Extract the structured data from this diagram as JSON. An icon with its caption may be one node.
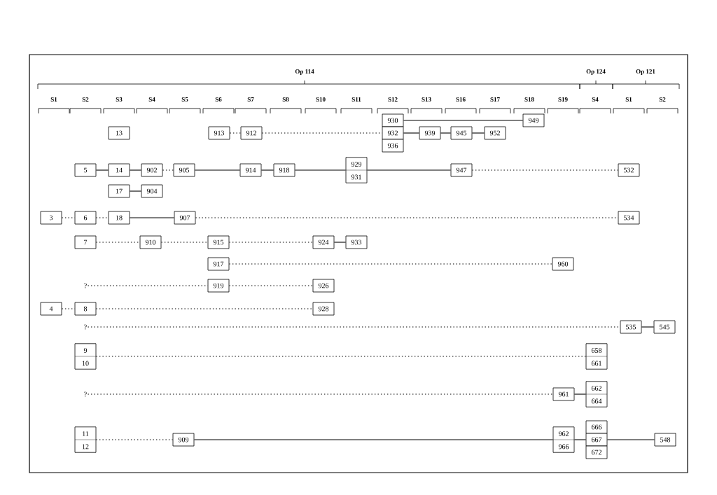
{
  "diagram": {
    "nodes": [
      {
        "text": [
          "930"
        ]
      },
      {
        "text": [
          "949"
        ]
      },
      {
        "text": [
          "13"
        ]
      },
      {
        "text": [
          "913"
        ]
      },
      {
        "text": [
          "912"
        ]
      },
      {
        "text": [
          "932"
        ]
      },
      {
        "text": [
          "939"
        ]
      },
      {
        "text": [
          "945"
        ]
      },
      {
        "text": [
          "952"
        ]
      },
      {
        "text": [
          "936"
        ]
      },
      {
        "text": [
          "5"
        ]
      },
      {
        "text": [
          "14"
        ]
      },
      {
        "text": [
          "902"
        ]
      },
      {
        "text": [
          "905"
        ]
      },
      {
        "text": [
          "914"
        ]
      },
      {
        "text": [
          "918"
        ]
      },
      {
        "text": [
          "929",
          "931"
        ]
      },
      {
        "text": [
          "947"
        ]
      },
      {
        "text": [
          "532"
        ]
      },
      {
        "text": [
          "17"
        ]
      },
      {
        "text": [
          "904"
        ]
      },
      {
        "text": [
          "3"
        ]
      },
      {
        "text": [
          "6"
        ]
      },
      {
        "text": [
          "18"
        ]
      },
      {
        "text": [
          "907"
        ]
      },
      {
        "text": [
          "534"
        ]
      },
      {
        "text": [
          "7"
        ]
      },
      {
        "text": [
          "910"
        ]
      },
      {
        "text": [
          "915"
        ]
      },
      {
        "text": [
          "924"
        ]
      },
      {
        "text": [
          "933"
        ]
      },
      {
        "text": [
          "917"
        ]
      },
      {
        "text": [
          "960"
        ]
      },
      {
        "text": [
          "?"
        ]
      },
      {
        "text": [
          "919"
        ]
      },
      {
        "text": [
          "926"
        ]
      },
      {
        "text": [
          "4"
        ]
      },
      {
        "text": [
          "8"
        ]
      },
      {
        "text": [
          "928"
        ]
      },
      {
        "text": [
          "?"
        ]
      },
      {
        "text": [
          "535"
        ]
      },
      {
        "text": [
          "545"
        ]
      },
      {
        "text": [
          "9",
          "10"
        ]
      },
      {
        "text": [
          "658",
          "661"
        ]
      },
      {
        "text": [
          "?"
        ]
      },
      {
        "text": [
          "961"
        ]
      },
      {
        "text": [
          "662",
          "664"
        ]
      },
      {
        "text": [
          "11",
          "12"
        ]
      },
      {
        "text": [
          "909"
        ]
      },
      {
        "text": [
          "962",
          "966"
        ]
      },
      {
        "text": [
          "666"
        ]
      },
      {
        "text": [
          "667"
        ]
      },
      {
        "text": [
          "672"
        ]
      },
      {
        "text": [
          "548"
        ]
      }
    ],
    "edges": [
      {
        "from": 0,
        "to": 1,
        "arrow": "none"
      },
      {
        "from": 3,
        "to": 4,
        "arrow": "none",
        "style": "dashed"
      },
      {
        "from": 4,
        "to": 5,
        "arrow": "none",
        "style": "dashed"
      },
      {
        "from": 5,
        "to": 6,
        "arrow": "none"
      },
      {
        "from": 6,
        "to": 7,
        "arrow": "none"
      },
      {
        "from": 7,
        "to": 8,
        "arrow": "none"
      },
      {
        "from": 10,
        "to": 11,
        "arrow": "none"
      },
      {
        "from": 11,
        "to": 12,
        "arrow": "none"
      },
      {
        "from": 12,
        "to": 13,
        "arrow": "none",
        "style": "dashed"
      },
      {
        "from": 13,
        "to": 14,
        "arrow": "none"
      },
      {
        "from": 14,
        "to": 15,
        "arrow": "none"
      },
      {
        "from": 15,
        "to": 16,
        "arrow": "none"
      },
      {
        "from": 16,
        "to": 17,
        "arrow": "none"
      },
      {
        "from": 17,
        "to": 18,
        "arrow": "none",
        "style": "dashed"
      },
      {
        "from": 19,
        "to": 20,
        "arrow": "none"
      },
      {
        "from": 21,
        "to": 22,
        "arrow": "none",
        "style": "dashed"
      },
      {
        "from": 22,
        "to": 23,
        "arrow": "none",
        "style": "dashed"
      },
      {
        "from": 23,
        "to": 24,
        "arrow": "none"
      },
      {
        "from": 24,
        "to": 25,
        "arrow": "none",
        "style": "dashed"
      },
      {
        "from": 26,
        "to": 27,
        "arrow": "none",
        "style": "dashed"
      },
      {
        "from": 27,
        "to": 28,
        "arrow": "none",
        "style": "dashed"
      },
      {
        "from": 28,
        "to": 29,
        "arrow": "none",
        "style": "dashed"
      },
      {
        "from": 29,
        "to": 30,
        "arrow": "none"
      },
      {
        "from": 31,
        "to": 32,
        "arrow": "none",
        "style": "dashed"
      },
      {
        "from": 33,
        "to": 34,
        "arrow": "none",
        "style": "dashed"
      },
      {
        "from": 34,
        "to": 35,
        "arrow": "none",
        "style": "dashed"
      },
      {
        "from": 36,
        "to": 37,
        "arrow": "none",
        "style": "dashed"
      },
      {
        "from": 37,
        "to": 38,
        "arrow": "none",
        "style": "dashed"
      },
      {
        "from": 39,
        "to": 40,
        "arrow": "none",
        "style": "dashed"
      },
      {
        "from": 40,
        "to": 41,
        "arrow": "none"
      },
      {
        "from": 42,
        "to": 43,
        "arrow": "none",
        "style": "dashed"
      },
      {
        "from": 44,
        "to": 45,
        "arrow": "none",
        "style": "dashed"
      },
      {
        "from": 45,
        "to": 46,
        "arrow": "none"
      },
      {
        "from": 47,
        "to": 48,
        "arrow": "none",
        "style": "dashed"
      },
      {
        "from": 48,
        "to": 49,
        "arrow": "none"
      },
      {
        "from": 49,
        "to": 51,
        "arrow": "none"
      },
      {
        "from": 51,
        "to": 53,
        "arrow": "none"
      }
    ],
    "labels": [
      "Op 114",
      "Op 124",
      "Op 121",
      "S1",
      "S2",
      "S3",
      "S4",
      "S5",
      "S6",
      "S7",
      "S8",
      "S10",
      "S11",
      "S12",
      "S13",
      "S16",
      "S17",
      "S18",
      "S19",
      "S4",
      "S1",
      "S2"
    ]
  }
}
